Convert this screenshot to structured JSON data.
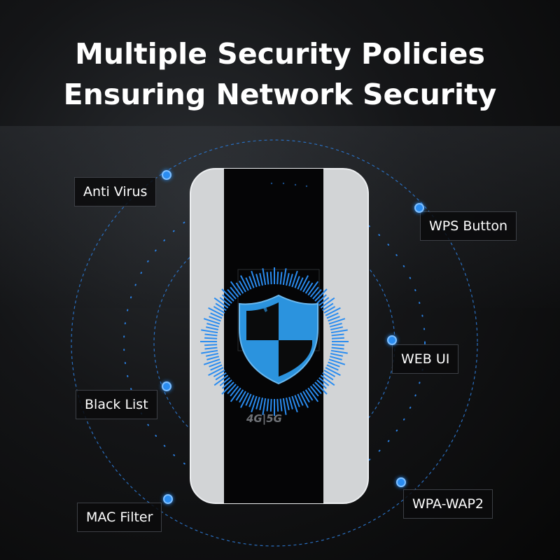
{
  "heading": {
    "line1": "Multiple Security Policies",
    "line2": "Ensuring Network Security"
  },
  "features": {
    "anti_virus": "Anti Virus",
    "wps_button": "WPS Button",
    "web_ui": "WEB UI",
    "black_list": "Black List",
    "mac_filter": "MAC Filter",
    "wpa": "WPA-WAP2"
  },
  "device": {
    "badge": "4G|5G",
    "shield_icon": "shield-icon"
  },
  "colors": {
    "accent": "#2a8cf0",
    "text": "#ffffff",
    "background": "#0b0c0e"
  }
}
